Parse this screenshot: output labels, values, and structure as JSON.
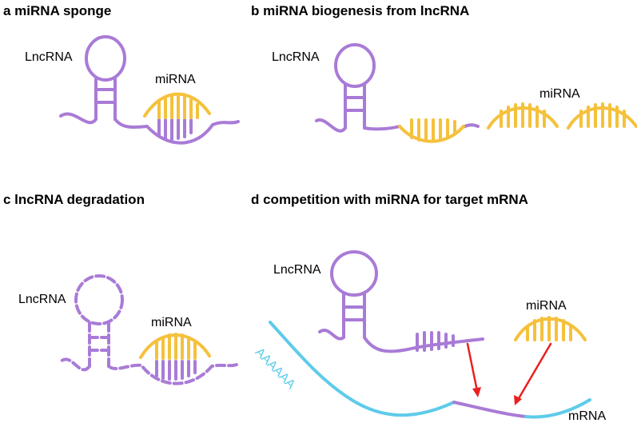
{
  "colors": {
    "lncrna": "#A97BD6",
    "mirna": "#F5C13C",
    "mrna": "#5ECBEA",
    "arrow": "#E8211F",
    "text": "#000000"
  },
  "panels": {
    "a": {
      "title": "a miRNA sponge",
      "lncrna_label": "LncRNA",
      "mirna_label": "miRNA"
    },
    "b": {
      "title": "b miRNA biogenesis from lncRNA",
      "lncrna_label": "LncRNA",
      "mirna_label": "miRNA"
    },
    "c": {
      "title": "c lncRNA degradation",
      "lncrna_label": "LncRNA",
      "mirna_label": "miRNA"
    },
    "d": {
      "title": "d competition with miRNA for target mRNA",
      "lncrna_label": "LncRNA",
      "mirna_label": "miRNA",
      "mrna_label": "mRNA",
      "polya_label": "AAAAAA"
    }
  }
}
